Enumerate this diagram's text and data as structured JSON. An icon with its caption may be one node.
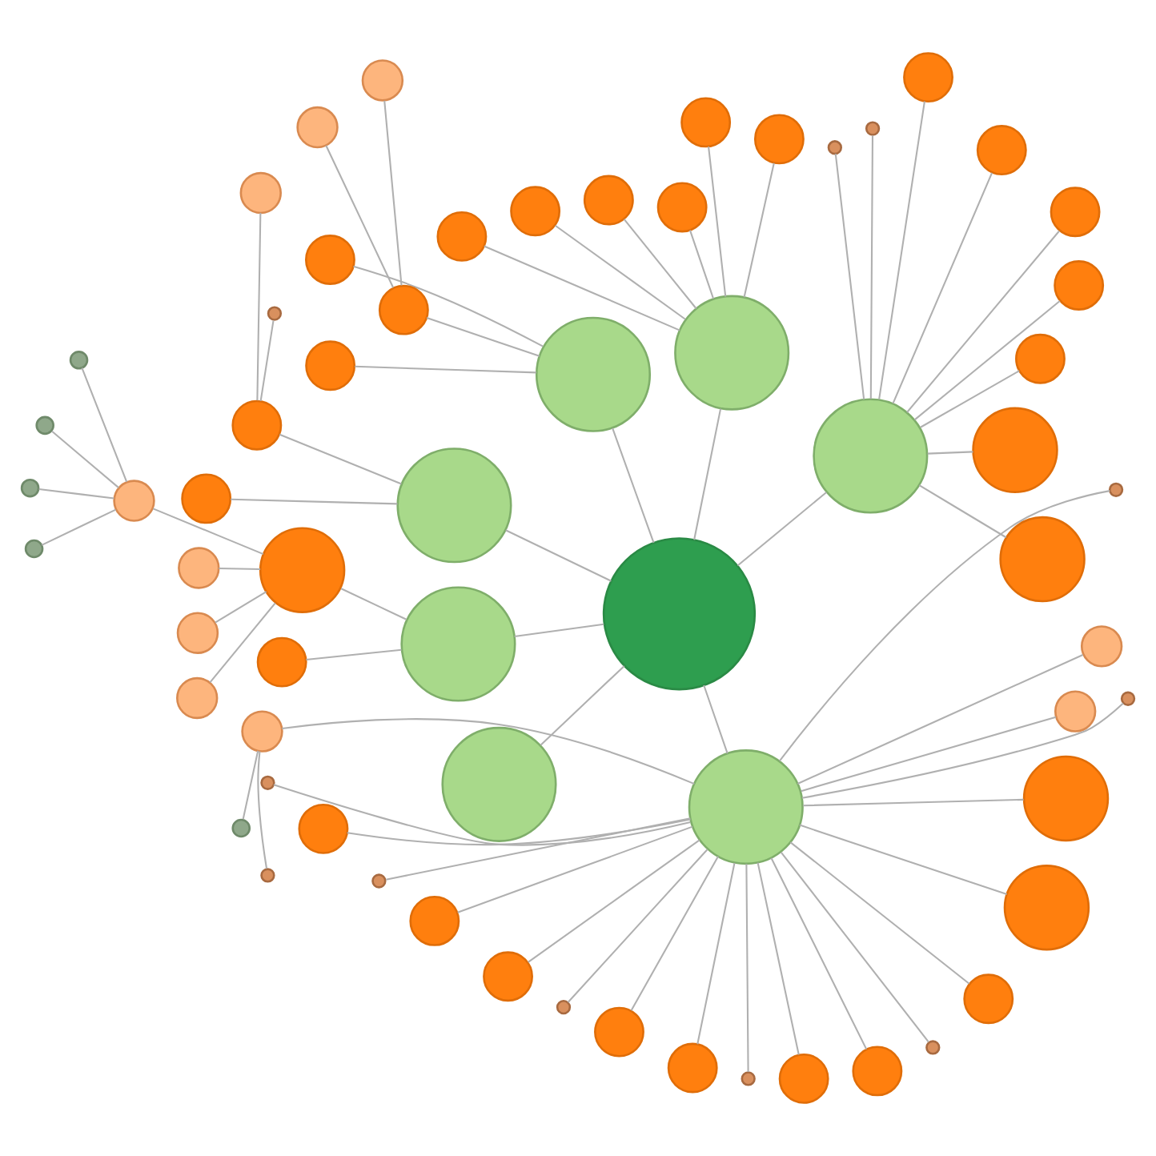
{
  "diagram": {
    "nodes": [
      {
        "text": [],
        "shape": "circle"
      },
      {
        "text": [],
        "shape": "circle"
      },
      {
        "text": [],
        "shape": "circle"
      },
      {
        "text": [],
        "shape": "circle"
      },
      {
        "text": [],
        "shape": "circle"
      },
      {
        "text": [],
        "shape": "circle"
      },
      {
        "text": [],
        "shape": "circle"
      },
      {
        "text": [],
        "shape": "circle"
      },
      {
        "text": [],
        "shape": "circle"
      },
      {
        "text": [],
        "shape": "circle"
      },
      {
        "text": [],
        "shape": "circle"
      },
      {
        "text": [],
        "shape": "circle"
      },
      {
        "text": [],
        "shape": "circle"
      },
      {
        "text": [],
        "shape": "circle"
      },
      {
        "text": [],
        "shape": "circle"
      },
      {
        "text": [],
        "shape": "circle"
      },
      {
        "text": [],
        "shape": "circle"
      },
      {
        "text": [],
        "shape": "circle"
      },
      {
        "text": [],
        "shape": "circle"
      },
      {
        "text": [],
        "shape": "circle"
      },
      {
        "text": [],
        "shape": "circle"
      },
      {
        "text": [],
        "shape": "circle"
      },
      {
        "text": [],
        "shape": "circle"
      },
      {
        "text": [],
        "shape": "circle"
      },
      {
        "text": [],
        "shape": "circle"
      },
      {
        "text": [],
        "shape": "circle"
      },
      {
        "text": [],
        "shape": "circle"
      },
      {
        "text": [],
        "shape": "circle"
      },
      {
        "text": [],
        "shape": "circle"
      },
      {
        "text": [],
        "shape": "circle"
      },
      {
        "text": [],
        "shape": "circle"
      },
      {
        "text": [],
        "shape": "circle"
      },
      {
        "text": [],
        "shape": "circle"
      },
      {
        "text": [],
        "shape": "circle"
      },
      {
        "text": [],
        "shape": "circle"
      },
      {
        "text": [],
        "shape": "circle"
      },
      {
        "text": [],
        "shape": "circle"
      },
      {
        "text": [],
        "shape": "circle"
      },
      {
        "text": [],
        "shape": "circle"
      },
      {
        "text": [],
        "shape": "circle"
      },
      {
        "text": [],
        "shape": "circle"
      },
      {
        "text": [],
        "shape": "circle"
      },
      {
        "text": [],
        "shape": "circle"
      },
      {
        "text": [],
        "shape": "circle"
      },
      {
        "text": [],
        "shape": "circle"
      },
      {
        "text": [],
        "shape": "circle"
      },
      {
        "text": [],
        "shape": "circle"
      },
      {
        "text": [],
        "shape": "circle"
      },
      {
        "text": [],
        "shape": "circle"
      },
      {
        "text": [],
        "shape": "circle"
      },
      {
        "text": [],
        "shape": "circle"
      },
      {
        "text": [],
        "shape": "circle"
      },
      {
        "text": [],
        "shape": "circle"
      },
      {
        "text": [],
        "shape": "circle"
      },
      {
        "text": [],
        "shape": "circle"
      },
      {
        "text": [],
        "shape": "circle"
      },
      {
        "text": [],
        "shape": "circle"
      },
      {
        "text": [],
        "shape": "circle"
      },
      {
        "text": [],
        "shape": "circle"
      },
      {
        "text": [],
        "shape": "circle"
      },
      {
        "text": [],
        "shape": "circle"
      },
      {
        "text": [],
        "shape": "circle"
      },
      {
        "text": [],
        "shape": "circle"
      },
      {
        "text": [],
        "shape": "circle"
      }
    ],
    "edges": [
      {
        "from": 0,
        "to": 1,
        "arrow": "none"
      },
      {
        "from": 0,
        "to": 2,
        "arrow": "none"
      },
      {
        "from": 0,
        "to": 3,
        "arrow": "none"
      },
      {
        "from": 0,
        "to": 4,
        "arrow": "none"
      },
      {
        "from": 0,
        "to": 5,
        "arrow": "none"
      },
      {
        "from": 0,
        "to": 6,
        "arrow": "none"
      },
      {
        "from": 0,
        "to": 7,
        "arrow": "none"
      },
      {
        "from": 1,
        "to": 8,
        "arrow": "none"
      },
      {
        "from": 1,
        "to": 9,
        "arrow": "none"
      },
      {
        "from": 1,
        "to": 10,
        "arrow": "none"
      },
      {
        "from": 1,
        "to": 11,
        "arrow": "none"
      },
      {
        "from": 1,
        "to": 12,
        "arrow": "none"
      },
      {
        "from": 1,
        "to": 13,
        "arrow": "none"
      },
      {
        "from": 1,
        "to": 14,
        "arrow": "none"
      },
      {
        "from": 1,
        "to": 15,
        "arrow": "none"
      },
      {
        "from": 1,
        "to": 16,
        "arrow": "none"
      },
      {
        "from": 2,
        "to": 17,
        "arrow": "none"
      },
      {
        "from": 2,
        "to": 18,
        "arrow": "none"
      },
      {
        "from": 2,
        "to": 19,
        "arrow": "none"
      },
      {
        "from": 2,
        "to": 20,
        "arrow": "none"
      },
      {
        "from": 2,
        "to": 21,
        "arrow": "none"
      },
      {
        "from": 2,
        "to": 22,
        "arrow": "none"
      },
      {
        "from": 3,
        "to": 23,
        "arrow": "none"
      },
      {
        "from": 3,
        "to": 24,
        "arrow": "none"
      },
      {
        "from": 3,
        "to": 25,
        "arrow": "none"
      },
      {
        "from": 24,
        "to": 26,
        "arrow": "none"
      },
      {
        "from": 24,
        "to": 27,
        "arrow": "none"
      },
      {
        "from": 4,
        "to": 28,
        "arrow": "none"
      },
      {
        "from": 4,
        "to": 29,
        "arrow": "none"
      },
      {
        "from": 28,
        "to": 30,
        "arrow": "none"
      },
      {
        "from": 28,
        "to": 31,
        "arrow": "none"
      },
      {
        "from": 5,
        "to": 32,
        "arrow": "none"
      },
      {
        "from": 5,
        "to": 33,
        "arrow": "none"
      },
      {
        "from": 32,
        "to": 34,
        "arrow": "none"
      },
      {
        "from": 32,
        "to": 35,
        "arrow": "none"
      },
      {
        "from": 32,
        "to": 36,
        "arrow": "none"
      },
      {
        "from": 32,
        "to": 37,
        "arrow": "none"
      },
      {
        "from": 34,
        "to": 38,
        "arrow": "none"
      },
      {
        "from": 34,
        "to": 39,
        "arrow": "none"
      },
      {
        "from": 34,
        "to": 40,
        "arrow": "none"
      },
      {
        "from": 34,
        "to": 41,
        "arrow": "none"
      },
      {
        "from": 7,
        "to": 42,
        "arrow": "none"
      },
      {
        "from": 7,
        "to": 43,
        "arrow": "none"
      },
      {
        "from": 7,
        "to": 44,
        "arrow": "none"
      },
      {
        "from": 7,
        "to": 45,
        "arrow": "none"
      },
      {
        "from": 7,
        "to": 46,
        "arrow": "none"
      },
      {
        "from": 7,
        "to": 47,
        "arrow": "none"
      },
      {
        "from": 7,
        "to": 48,
        "arrow": "none"
      },
      {
        "from": 7,
        "to": 49,
        "arrow": "none"
      },
      {
        "from": 7,
        "to": 50,
        "arrow": "none"
      },
      {
        "from": 7,
        "to": 51,
        "arrow": "none"
      },
      {
        "from": 7,
        "to": 52,
        "arrow": "none"
      },
      {
        "from": 7,
        "to": 53,
        "arrow": "none"
      },
      {
        "from": 7,
        "to": 54,
        "arrow": "none"
      },
      {
        "from": 7,
        "to": 55,
        "arrow": "none"
      },
      {
        "from": 7,
        "to": 56,
        "arrow": "none"
      },
      {
        "from": 7,
        "to": 57,
        "arrow": "none"
      },
      {
        "from": 7,
        "to": 58,
        "arrow": "none"
      },
      {
        "from": 7,
        "to": 59,
        "arrow": "none"
      },
      {
        "from": 7,
        "to": 60,
        "arrow": "none"
      },
      {
        "from": 7,
        "to": 61,
        "arrow": "none"
      },
      {
        "from": 42,
        "to": 62,
        "arrow": "none"
      },
      {
        "from": 42,
        "to": 63,
        "arrow": "none"
      }
    ]
  }
}
